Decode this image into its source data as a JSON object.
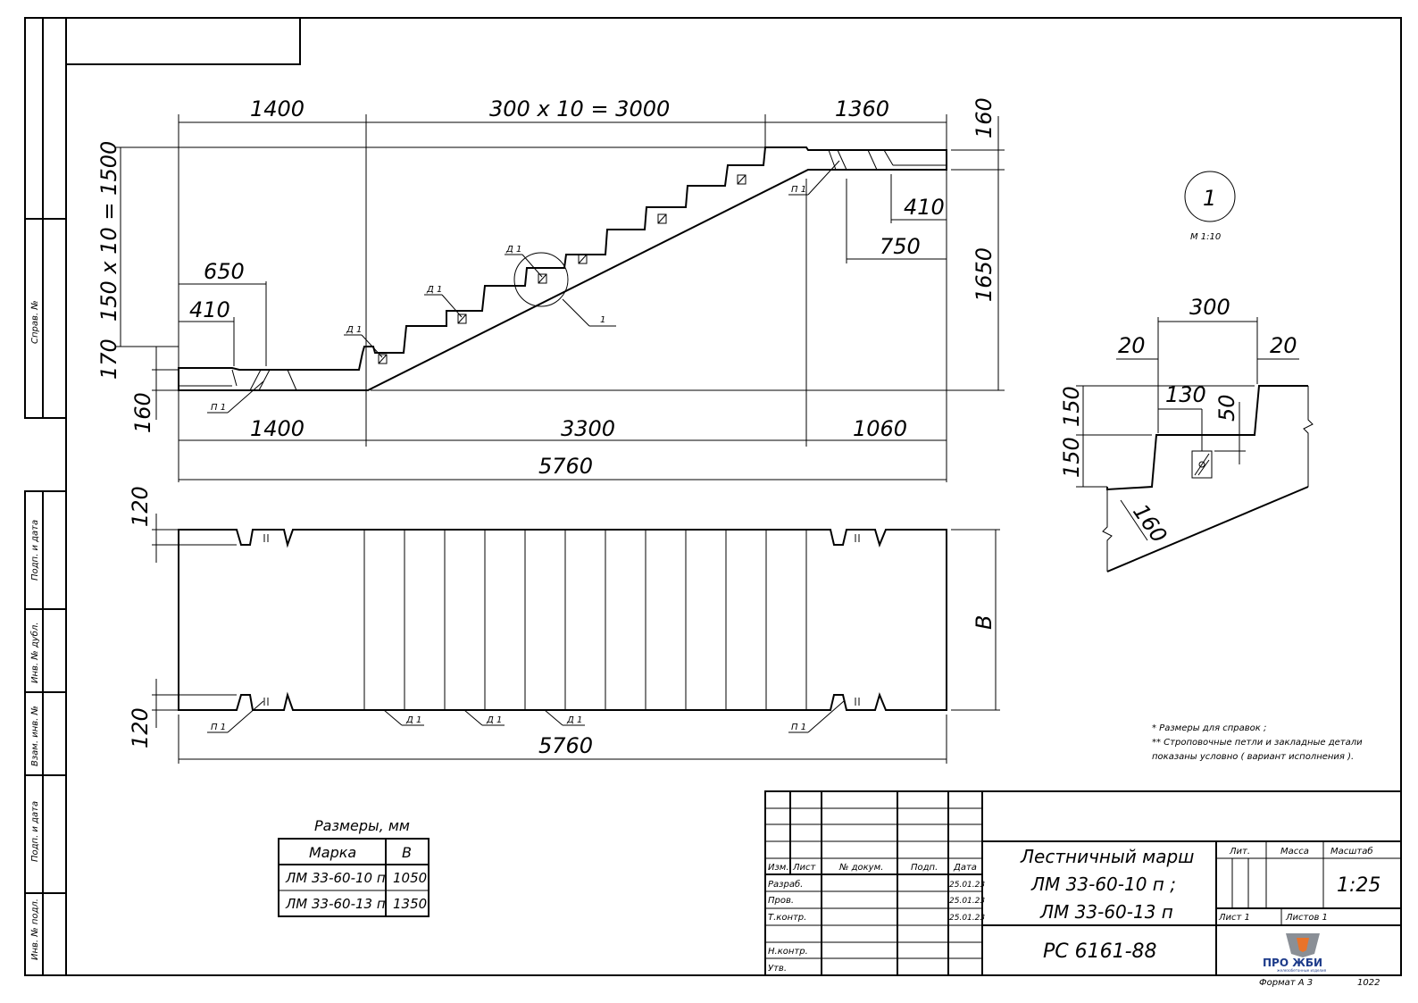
{
  "side_stamp": {
    "sprav": "Справ. №",
    "podp1": "Подп. и дата",
    "inv_dubl": "Инв. № дубл.",
    "vzam": "Взам. инв. №",
    "podp2": "Подп. и дата",
    "inv_podl": "Инв. № подл."
  },
  "elevation": {
    "top_dims": [
      "1400",
      "300 x 10 = 3000",
      "1360"
    ],
    "right_dims": [
      "160",
      "1650"
    ],
    "left_dims": [
      "150 x 10 = 1500",
      "170",
      "160"
    ],
    "inner_dims": [
      "650",
      "410",
      "410",
      "750"
    ],
    "bottom_dims": [
      "1400",
      "3300",
      "1060"
    ],
    "overall": "5760",
    "labels": {
      "d1": "Д 1",
      "p1": "П 1",
      "callout": "1"
    }
  },
  "plan": {
    "dims_left": [
      "120",
      "120"
    ],
    "dim_right": "B",
    "overall": "5760",
    "labels": {
      "p1": "П 1",
      "d1": "Д 1"
    }
  },
  "detail": {
    "number": "1",
    "scale": "М 1:10",
    "dims": [
      "300",
      "20",
      "20",
      "130",
      "50",
      "150",
      "150",
      "160"
    ]
  },
  "notes": [
    "* Размеры для справок ;",
    "** Строповочные петли и закладные детали",
    "показаны условно  ( вариант исполнения )."
  ],
  "sizes_table": {
    "caption": "Размеры, мм",
    "headers": [
      "Марка",
      "B"
    ],
    "rows": [
      [
        "ЛМ 33-60-10 п",
        "1050"
      ],
      [
        "ЛМ 33-60-13 п",
        "1350"
      ]
    ]
  },
  "title_block": {
    "col_headers": [
      "Изм.",
      "Лист",
      "№ докум.",
      "Подп.",
      "Дата"
    ],
    "rows": [
      {
        "role": "Разраб.",
        "date": "25.01.23"
      },
      {
        "role": "Пров.",
        "date": "25.01.23"
      },
      {
        "role": "Т.контр.",
        "date": "25.01.23"
      },
      {
        "role": "",
        "date": ""
      },
      {
        "role": "Н.контр.",
        "date": ""
      },
      {
        "role": "Утв.",
        "date": ""
      }
    ],
    "title_lines": [
      "Лестничный марш",
      "ЛМ 33-60-10 п ;",
      "ЛМ 33-60-13 п"
    ],
    "doc_code": "РС  6161-88",
    "lit": "Лит.",
    "massa": "Масса",
    "masshtab": "Масштаб",
    "scale_value": "1:25",
    "list": "Лист  1",
    "listov": "Листов  1",
    "logo_text": "ПРО ЖБИ",
    "logo_sub": "железобетонные изделия"
  },
  "footer": {
    "format": "Формат А 3",
    "code": "1022"
  }
}
